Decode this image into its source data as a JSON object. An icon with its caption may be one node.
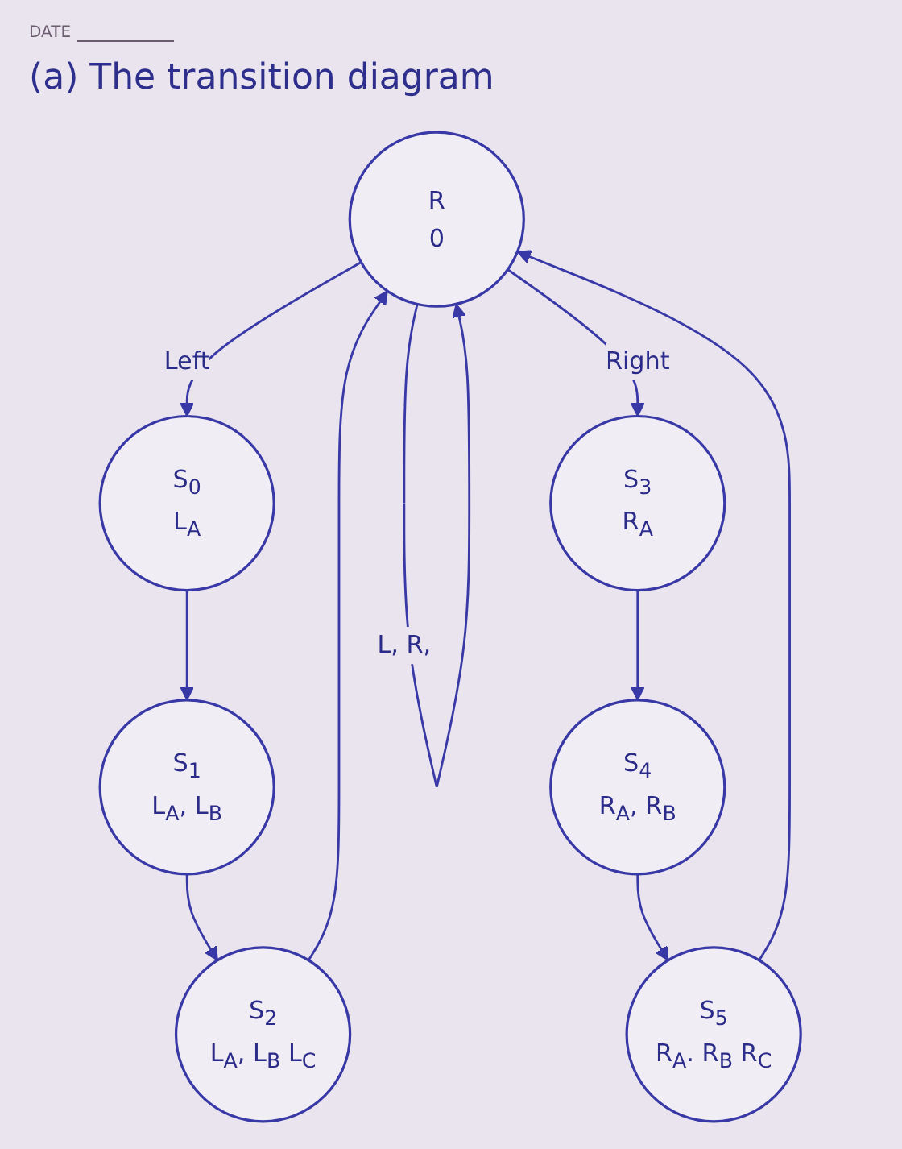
{
  "diagram": {
    "title": "(a) The transition diagram",
    "nodes": [
      {
        "text": [
          "R",
          "0"
        ]
      },
      {
        "text": [
          "S$_{0}$",
          "L$_{A}$"
        ]
      },
      {
        "text": [
          "S$_{1}$",
          "L$_{A}$, L$_{B}$"
        ]
      },
      {
        "text": [
          "S$_{2}$",
          "L$_{A}$, L$_{B}$ L$_{C}$"
        ]
      },
      {
        "text": [
          "S$_{3}$",
          "R$_{A}$"
        ]
      },
      {
        "text": [
          "S$_{4}$",
          "R$_{A}$, R$_{B}$"
        ]
      },
      {
        "text": [
          "S$_{5}$",
          "R$_{A}$. R$_{B}$ R$_{C}$"
        ]
      }
    ],
    "edges": [
      {
        "from": 0,
        "to": 0,
        "arrow": "to",
        "label": "L, R,"
      },
      {
        "from": 0,
        "to": 1,
        "arrow": "to",
        "label": "Left"
      },
      {
        "from": 0,
        "to": 4,
        "arrow": "to",
        "label": "Right"
      },
      {
        "from": 1,
        "to": 2,
        "arrow": "to"
      },
      {
        "from": 2,
        "to": 3,
        "arrow": "to"
      },
      {
        "from": 4,
        "to": 5,
        "arrow": "to"
      },
      {
        "from": 5,
        "to": 6,
        "arrow": "to"
      },
      {
        "from": 3,
        "to": 0,
        "arrow": "to"
      },
      {
        "from": 6,
        "to": 0,
        "arrow": "to"
      }
    ],
    "labels": [
      "DATE"
    ]
  }
}
